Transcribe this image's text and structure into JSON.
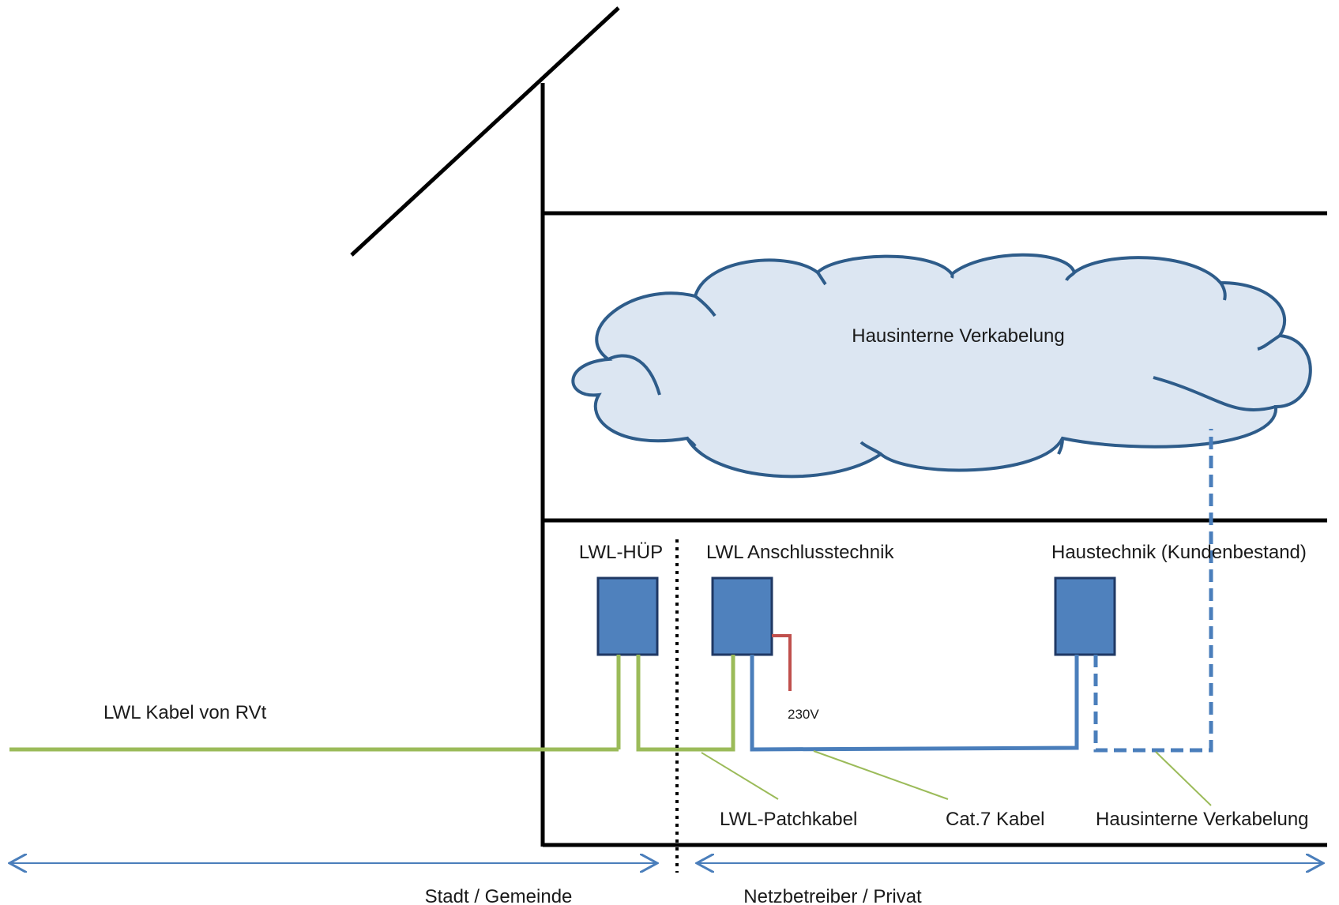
{
  "labels": {
    "cloud_text": "Hausinterne Verkabelung",
    "huep": "LWL-HÜP",
    "anschlusstechnik": "LWL Anschlusstechnik",
    "haustechnik": "Haustechnik (Kundenbestand)",
    "voltage": "230V",
    "rvt_cable": "LWL Kabel von RVt",
    "patchkabel": "LWL-Patchkabel",
    "cat7": "Cat.7 Kabel",
    "hausintern_callout": "Hausinterne Verkabelung",
    "left_zone": "Stadt / Gemeinde",
    "right_zone": "Netzbetreiber / Privat"
  },
  "colors": {
    "structure": "#000000",
    "device_fill": "#4f81bd",
    "device_stroke": "#1f3864",
    "fiber": "#9bbb59",
    "cat7": "#4a7ebb",
    "power": "#c0504d",
    "cloud_fill": "#dce6f2",
    "cloud_stroke": "#2e5c8a",
    "arrow": "#4a7ebb"
  }
}
